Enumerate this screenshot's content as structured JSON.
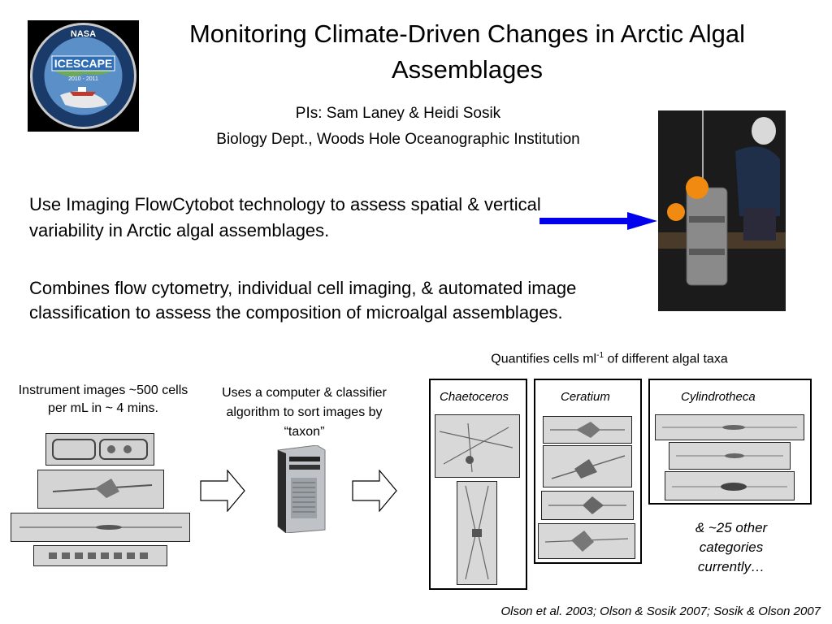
{
  "logo": {
    "top_text": "NASA",
    "name": "ICESCAPE",
    "years": "2010 - 2011"
  },
  "header": {
    "title": "Monitoring Climate-Driven Changes in Arctic Algal Assemblages",
    "pis": "PIs: Sam Laney & Heidi Sosik",
    "dept": "Biology Dept., Woods Hole Oceanographic Institution"
  },
  "body": {
    "p1": "Use Imaging FlowCytobot technology to assess spatial & vertical variability in Arctic algal assemblages.",
    "p2": "Combines flow cytometry, individual cell imaging, & automated image classification to assess the composition of microalgal assemblages."
  },
  "diagram": {
    "quantifies_prefix": "Quantifies cells ml",
    "quantifies_sup": "-1",
    "quantifies_suffix": " of different algal taxa",
    "instrument_text": "Instrument images ~500 cells per mL in ~ 4 mins.",
    "classifier_text": "Uses a computer & classifier algorithm to sort images by “taxon”",
    "taxa": [
      "Chaetoceros",
      "Ceratium",
      "Cylindrotheca"
    ],
    "others_text": "& ~25 other categories currently…",
    "citation": "Olson et al. 2003; Olson & Sosik 2007; Sosik & Olson 2007"
  },
  "colors": {
    "arrow_blue": "#0000ee",
    "logo_ocean": "#2a6fb0",
    "logo_ring": "#1a3a6a"
  }
}
